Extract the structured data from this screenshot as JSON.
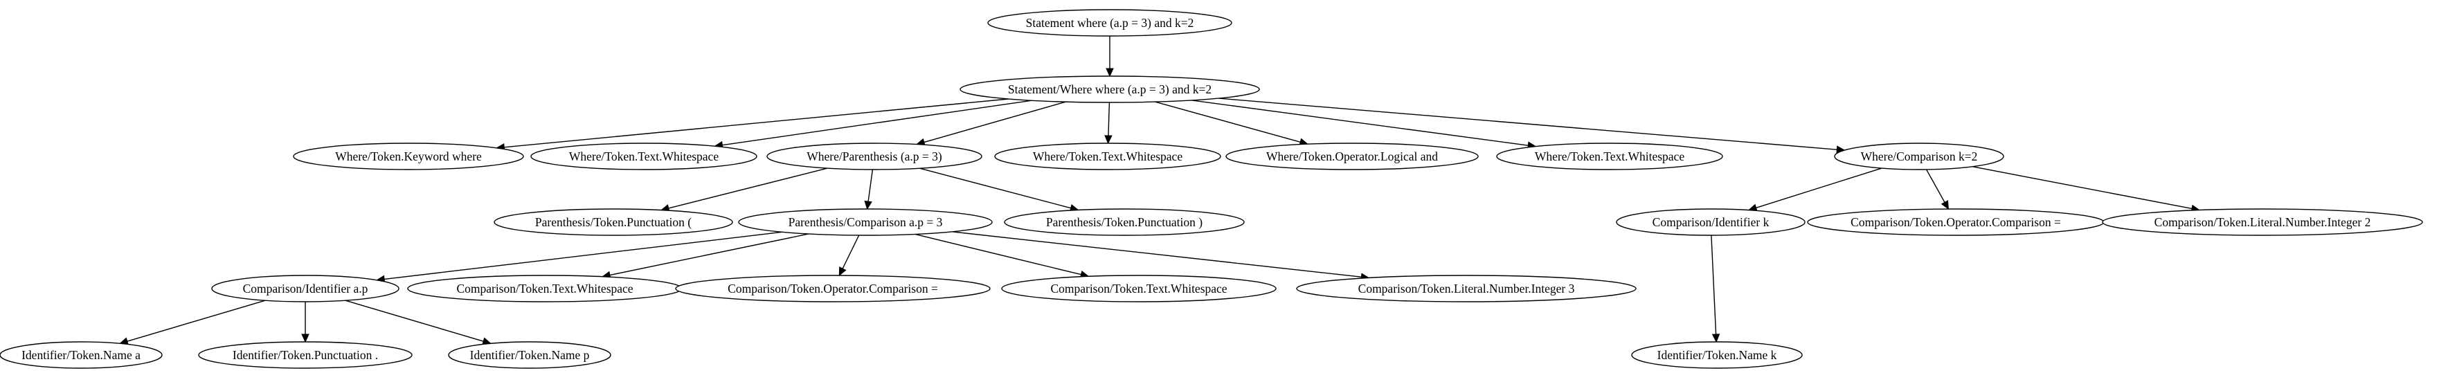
{
  "tree": {
    "nodes": [
      {
        "id": "n0",
        "label": "Statement where (a.p = 3) and k=2"
      },
      {
        "id": "n1",
        "label": "Statement/Where where (a.p = 3) and k=2"
      },
      {
        "id": "n2",
        "label": "Where/Token.Keyword where"
      },
      {
        "id": "n3",
        "label": "Where/Token.Text.Whitespace"
      },
      {
        "id": "n4",
        "label": "Where/Parenthesis (a.p = 3)"
      },
      {
        "id": "n5",
        "label": "Where/Token.Text.Whitespace"
      },
      {
        "id": "n6",
        "label": "Where/Token.Operator.Logical and"
      },
      {
        "id": "n7",
        "label": "Where/Token.Text.Whitespace"
      },
      {
        "id": "n8",
        "label": "Where/Comparison k=2"
      },
      {
        "id": "n9",
        "label": "Parenthesis/Token.Punctuation ("
      },
      {
        "id": "n10",
        "label": "Parenthesis/Comparison a.p = 3"
      },
      {
        "id": "n11",
        "label": "Parenthesis/Token.Punctuation )"
      },
      {
        "id": "n12",
        "label": "Comparison/Identifier k"
      },
      {
        "id": "n13",
        "label": "Comparison/Token.Operator.Comparison ="
      },
      {
        "id": "n14",
        "label": "Comparison/Token.Literal.Number.Integer 2"
      },
      {
        "id": "n15",
        "label": "Comparison/Identifier a.p"
      },
      {
        "id": "n16",
        "label": "Comparison/Token.Text.Whitespace"
      },
      {
        "id": "n17",
        "label": "Comparison/Token.Operator.Comparison ="
      },
      {
        "id": "n18",
        "label": "Comparison/Token.Text.Whitespace"
      },
      {
        "id": "n19",
        "label": "Comparison/Token.Literal.Number.Integer 3"
      },
      {
        "id": "n20",
        "label": "Identifier/Token.Name k"
      },
      {
        "id": "n21",
        "label": "Identifier/Token.Name a"
      },
      {
        "id": "n22",
        "label": "Identifier/Token.Punctuation ."
      },
      {
        "id": "n23",
        "label": "Identifier/Token.Name p"
      }
    ],
    "edges": [
      [
        "n0",
        "n1"
      ],
      [
        "n1",
        "n2"
      ],
      [
        "n1",
        "n3"
      ],
      [
        "n1",
        "n4"
      ],
      [
        "n1",
        "n5"
      ],
      [
        "n1",
        "n6"
      ],
      [
        "n1",
        "n7"
      ],
      [
        "n1",
        "n8"
      ],
      [
        "n4",
        "n9"
      ],
      [
        "n4",
        "n10"
      ],
      [
        "n4",
        "n11"
      ],
      [
        "n8",
        "n12"
      ],
      [
        "n8",
        "n13"
      ],
      [
        "n8",
        "n14"
      ],
      [
        "n10",
        "n15"
      ],
      [
        "n10",
        "n16"
      ],
      [
        "n10",
        "n17"
      ],
      [
        "n10",
        "n18"
      ],
      [
        "n10",
        "n19"
      ],
      [
        "n12",
        "n20"
      ],
      [
        "n15",
        "n21"
      ],
      [
        "n15",
        "n22"
      ],
      [
        "n15",
        "n23"
      ]
    ]
  }
}
